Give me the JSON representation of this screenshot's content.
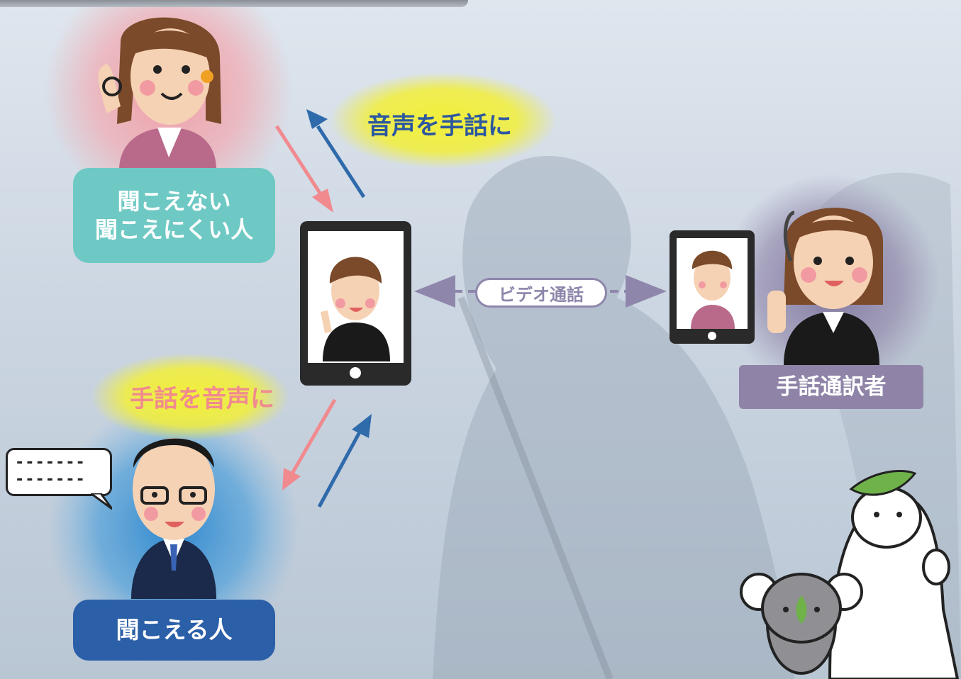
{
  "labels": {
    "deaf_line1": "聞こえない",
    "deaf_line2": "聞こえにくい人",
    "hearing": "聞こえる人",
    "interpreter": "手話通訳者"
  },
  "flows": {
    "voice_to_sign": "音声を手話に",
    "sign_to_voice": "手話を音声に",
    "video_call": "ビデオ通話"
  },
  "speech_bubble": {
    "line1": "-------",
    "line2": "-------"
  },
  "colors": {
    "deaf_label": "#6ec9c4",
    "hearing_label": "#2b5fa8",
    "interpreter_label": "#8f84a8",
    "arrow_pink": "#f08a8f",
    "arrow_blue": "#2f6aab",
    "video_arrow": "#8e86ab",
    "highlight_yellow": "#f2ef3a"
  }
}
